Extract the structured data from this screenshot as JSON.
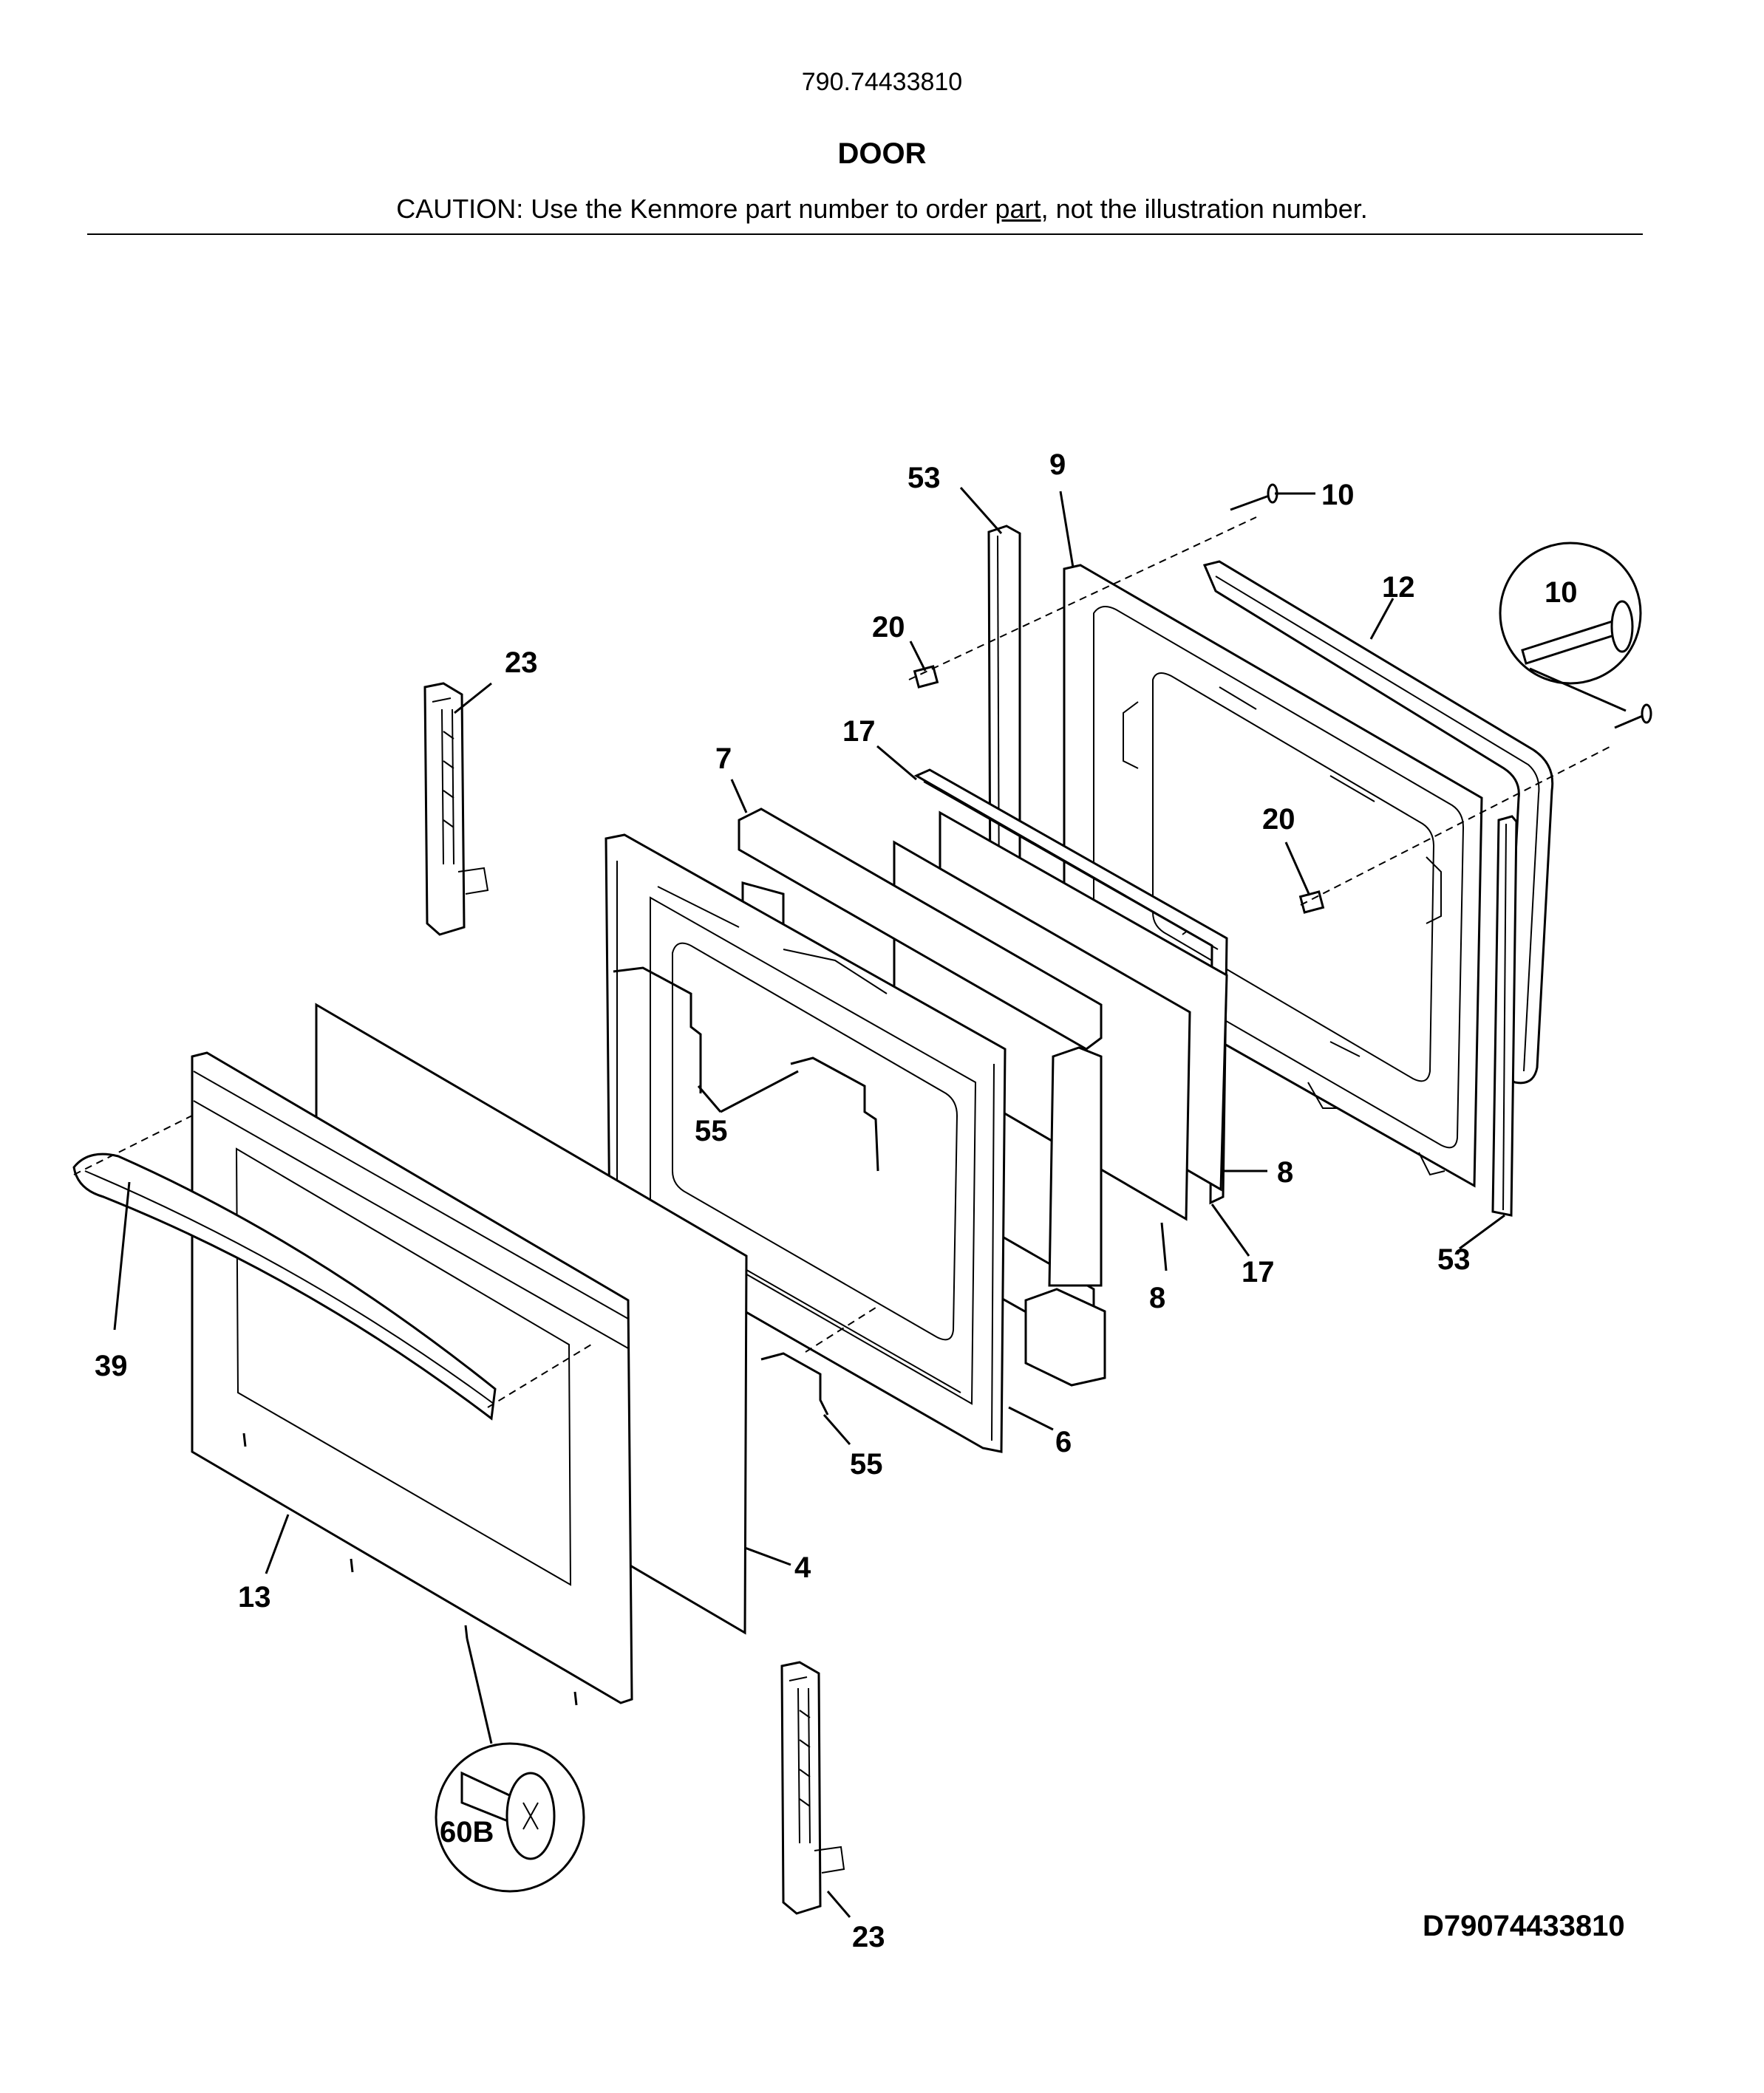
{
  "header": {
    "model_number": "790.74433810",
    "section_title": "DOOR",
    "caution_prefix": "CAUTION: Use the Kenmore part number to order ",
    "caution_link": "part",
    "caution_suffix": ", not the illustration number."
  },
  "diagram_code": "D79074433810",
  "callouts": {
    "c53_top": "53",
    "c9": "9",
    "c10_top": "10",
    "c12": "12",
    "c10_detail": "10",
    "c20_top": "20",
    "c20_mid": "20",
    "c23_top": "23",
    "c7": "7",
    "c17_top": "17",
    "c55_mid": "55",
    "c8_right": "8",
    "c8_bottom": "8",
    "c17_bottom": "17",
    "c53_bottom": "53",
    "c39": "39",
    "c6": "6",
    "c55_bottom": "55",
    "c13": "13",
    "c4": "4",
    "c60b": "60B",
    "c23_bottom": "23"
  }
}
